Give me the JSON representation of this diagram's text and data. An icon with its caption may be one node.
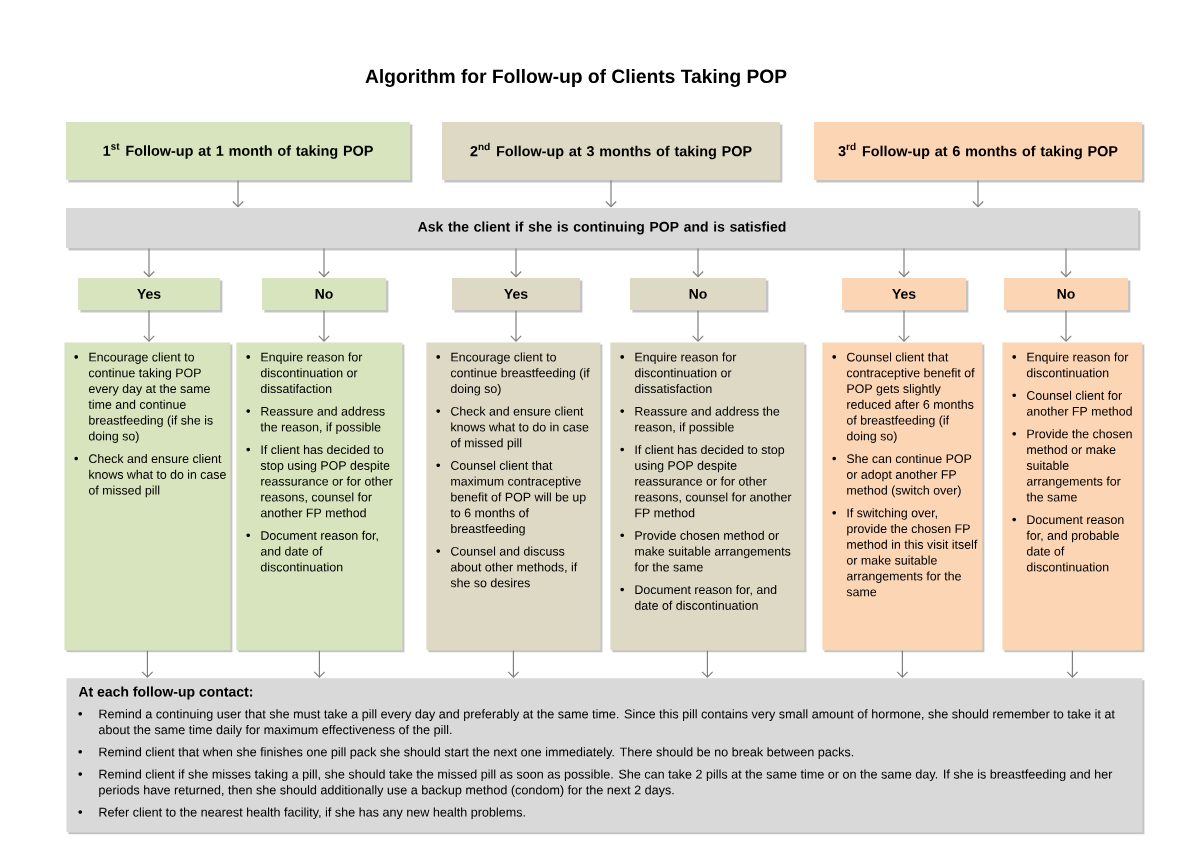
{
  "diagram": {
    "title": "Algorithm for Follow-up of Clients Taking POP",
    "nodes": [
      {
        "text": [
          "1$^{st}$ Follow-up at 1 month of taking POP"
        ]
      },
      {
        "text": [
          "2$^{nd}$ Follow-up at 3 months of taking POP"
        ]
      },
      {
        "text": [
          "3$^{rd}$ Follow-up at 6 months of taking POP"
        ]
      },
      {
        "text": [
          "Ask the client if she is continuing POP and is satisfied"
        ]
      },
      {
        "text": [
          "Yes"
        ]
      },
      {
        "text": [
          "No"
        ]
      },
      {
        "text": [
          "Yes"
        ]
      },
      {
        "text": [
          "No"
        ]
      },
      {
        "text": [
          "Yes"
        ]
      },
      {
        "text": [
          "No"
        ]
      },
      {
        "text": [
          "Encourage client to continue taking POP every day at the same time and continue breastfeeding (if she is doing so)",
          "Check and ensure client knows what to do in case of missed pill"
        ]
      },
      {
        "text": [
          "Enquire reason for discontinuation or dissatifaction",
          "Reassure and address the reason, if possible",
          "If client has decided to stop using POP despite reassurance or for other reasons, counsel for another FP method",
          "Document reason for, and date of discontinuation"
        ]
      },
      {
        "text": [
          "Encourage client to continue breastfeeding (if doing so)",
          "Check and ensure client knows what to do in case of missed pill",
          "Counsel client that maximum contraceptive benefit of POP will be up to 6 months of breastfeeding",
          "Counsel and discuss about other methods, if she so desires"
        ]
      },
      {
        "text": [
          "Enquire reason for discontinuation or dissatisfaction",
          "Reassure and address the reason, if possible",
          "If client has decided to stop using POP despite reassurance or for other reasons, counsel for another FP method",
          "Provide chosen method or make suitable arrangements for the same",
          "Document reason for, and date of discontinuation"
        ]
      },
      {
        "text": [
          "Counsel client that contraceptive benefit of POP gets slightly reduced after 6 months of breastfeeding (if doing so)",
          "She can continue POP or adopt another FP method (switch over)",
          "If switching over, provide the chosen FP method in this visit itself or make suitable arrangements for the same"
        ]
      },
      {
        "text": [
          "Enquire reason for discontinuation",
          "Counsel client for another FP method",
          "Provide the chosen method or make suitable arrangements for the same",
          "Document reason for, and probable date of discontinuation"
        ]
      },
      {
        "text": [
          "At each follow-up contact:",
          "Remind a continuing user that she must take a pill every day and preferably at the same time. Since this pill contains very small amount of hormone, she should remember to take it at about the same time daily for maximum effectiveness of the pill.",
          "Remind client that when she finishes one pill pack she should start the next one immediately. There should be no break between packs.",
          "Remind client if she misses taking a pill, she should take the missed pill as soon as possible. She can take 2 pills at the same time or on the same day. If she is breastfeeding and her periods have returned, then she should additionally use a backup method (condom) for the next 2 days.",
          "Refer client to the nearest health facility, if she has any new health problems."
        ]
      }
    ],
    "edges": [
      {
        "from": 0,
        "to": 3,
        "arrow": "to"
      },
      {
        "from": 1,
        "to": 3,
        "arrow": "to"
      },
      {
        "from": 2,
        "to": 3,
        "arrow": "to"
      },
      {
        "from": 3,
        "to": 4,
        "arrow": "to"
      },
      {
        "from": 3,
        "to": 5,
        "arrow": "to"
      },
      {
        "from": 3,
        "to": 6,
        "arrow": "to"
      },
      {
        "from": 3,
        "to": 7,
        "arrow": "to"
      },
      {
        "from": 3,
        "to": 8,
        "arrow": "to"
      },
      {
        "from": 3,
        "to": 9,
        "arrow": "to"
      },
      {
        "from": 4,
        "to": 10,
        "arrow": "to"
      },
      {
        "from": 5,
        "to": 11,
        "arrow": "to"
      },
      {
        "from": 6,
        "to": 12,
        "arrow": "to"
      },
      {
        "from": 7,
        "to": 13,
        "arrow": "to"
      },
      {
        "from": 8,
        "to": 14,
        "arrow": "to"
      },
      {
        "from": 9,
        "to": 15,
        "arrow": "to"
      },
      {
        "from": 10,
        "to": 16,
        "arrow": "to"
      },
      {
        "from": 11,
        "to": 16,
        "arrow": "to"
      },
      {
        "from": 12,
        "to": 16,
        "arrow": "to"
      },
      {
        "from": 13,
        "to": 16,
        "arrow": "to"
      },
      {
        "from": 14,
        "to": 16,
        "arrow": "to"
      },
      {
        "from": 15,
        "to": 16,
        "arrow": "to"
      }
    ]
  }
}
